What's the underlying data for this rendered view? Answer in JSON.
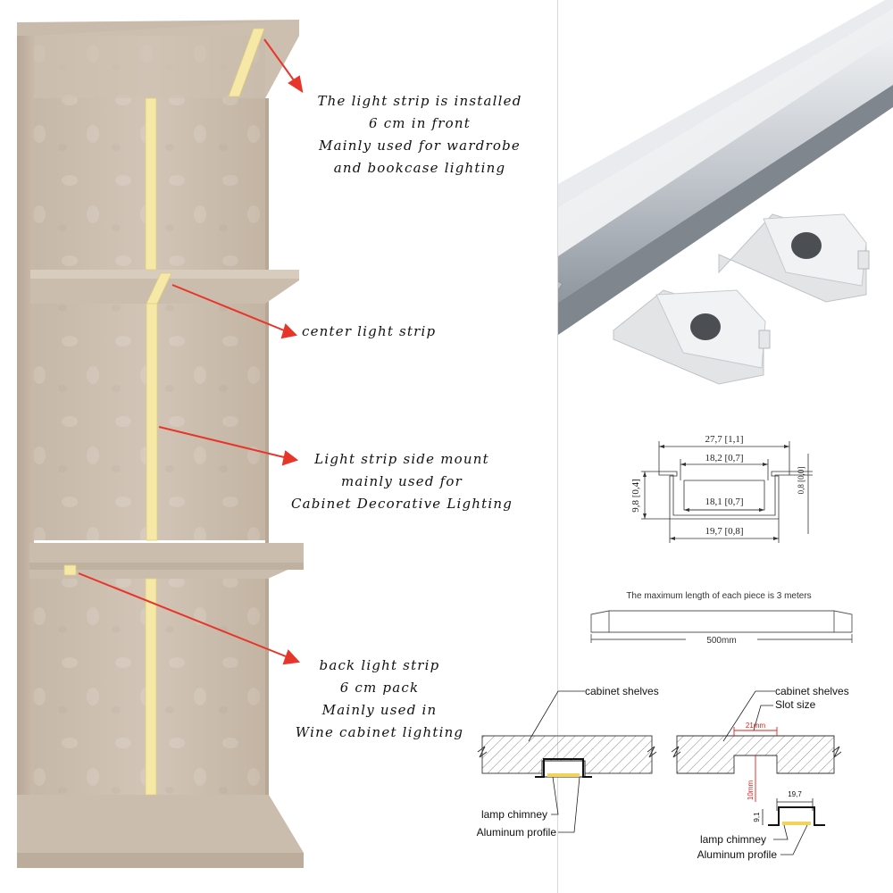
{
  "callouts": {
    "front": [
      "The light strip is installed",
      "6 cm in front",
      "Mainly used for wardrobe",
      "and bookcase lighting"
    ],
    "center": [
      "center light strip"
    ],
    "side": [
      "Light strip side mount",
      "mainly used for",
      "Cabinet Decorative Lighting"
    ],
    "back": [
      "back light strip",
      "6 cm pack",
      "Mainly used in",
      "Wine cabinet lighting"
    ]
  },
  "profile_dimensions": {
    "top_width": "27,7 [1,1]",
    "inner_top": "18,2 [0,7]",
    "inner_bottom": "18,1 [0,7]",
    "outer_bottom": "19,7 [0,8]",
    "height": "9,8 [0,4]",
    "flange": "0,8 [0,0]"
  },
  "length_note": "The maximum length of each piece is 3 meters",
  "length_value": "500mm",
  "install_left": {
    "shelves": "cabinet shelves",
    "chimney": "lamp chimney",
    "profile": "Aluminum profile"
  },
  "install_right": {
    "shelves": "cabinet shelves",
    "slot": "Slot size",
    "slot_width": "21mm",
    "slot_depth": "10mm",
    "profile_width": "19,7",
    "profile_height": "9,1",
    "chimney": "lamp chimney",
    "profile": "Aluminum profile"
  },
  "colors": {
    "wood": "#cdbfb0",
    "wood_dark": "#b3a291",
    "strip": "#f6e9a8",
    "arrow": "#e8352a",
    "aluminum": "#c8ccd1",
    "dimension_red": "#e0201a"
  }
}
